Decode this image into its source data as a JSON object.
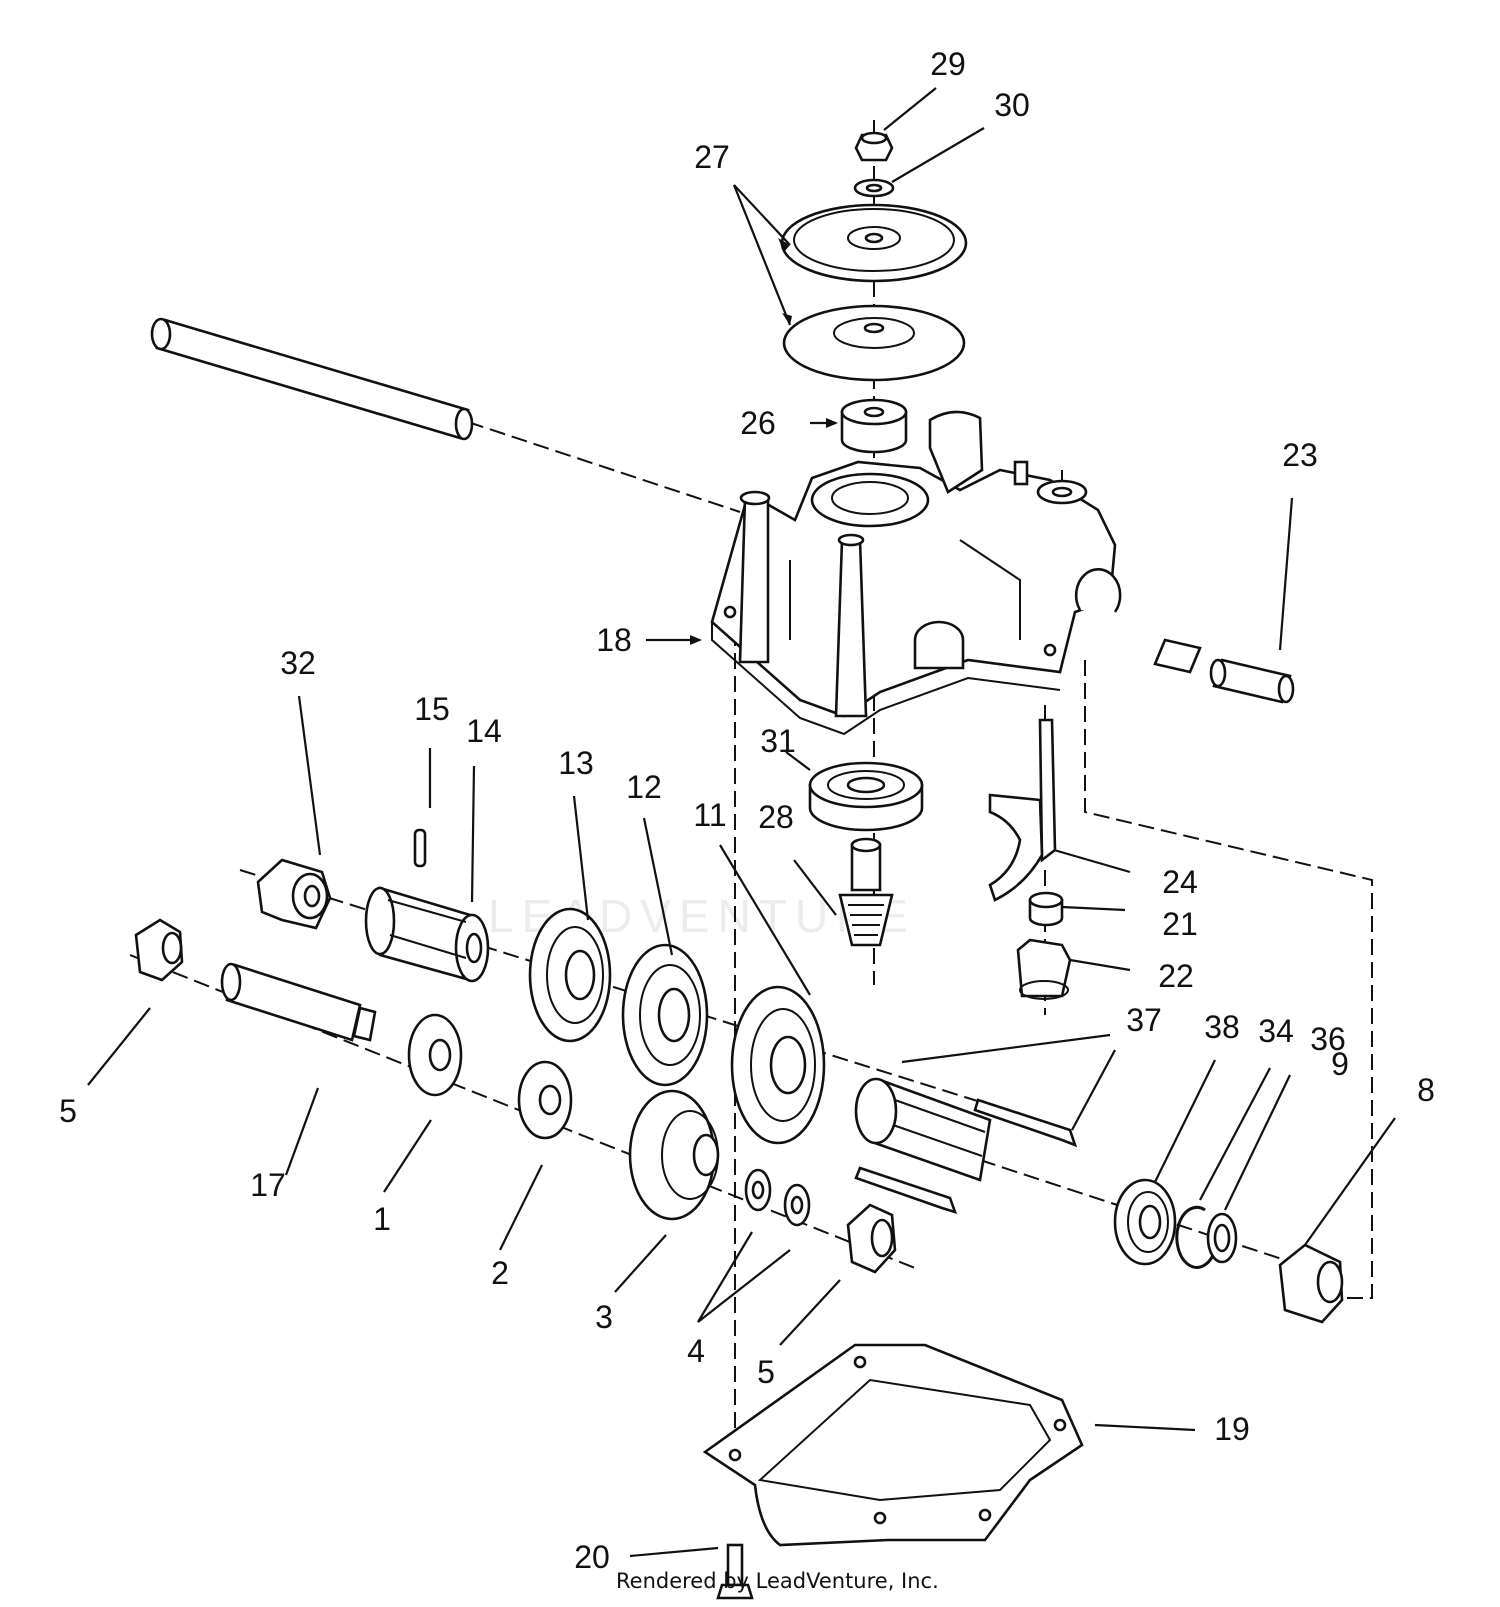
{
  "watermark": "LEADVENTURE",
  "credit": "Rendered by LeadVenture, Inc.",
  "callouts": [
    {
      "id": "29",
      "text": "29"
    },
    {
      "id": "30",
      "text": "30"
    },
    {
      "id": "27",
      "text": "27"
    },
    {
      "id": "26",
      "text": "26"
    },
    {
      "id": "23",
      "text": "23"
    },
    {
      "id": "18",
      "text": "18"
    },
    {
      "id": "32",
      "text": "32"
    },
    {
      "id": "15",
      "text": "15"
    },
    {
      "id": "14",
      "text": "14"
    },
    {
      "id": "13",
      "text": "13"
    },
    {
      "id": "12",
      "text": "12"
    },
    {
      "id": "11",
      "text": "11"
    },
    {
      "id": "31",
      "text": "31"
    },
    {
      "id": "28",
      "text": "28"
    },
    {
      "id": "24",
      "text": "24"
    },
    {
      "id": "21",
      "text": "21"
    },
    {
      "id": "22",
      "text": "22"
    },
    {
      "id": "37",
      "text": "37"
    },
    {
      "id": "38",
      "text": "38"
    },
    {
      "id": "34",
      "text": "34"
    },
    {
      "id": "36",
      "text": "36"
    },
    {
      "id": "9",
      "text": "9"
    },
    {
      "id": "8",
      "text": "8"
    },
    {
      "id": "5a",
      "text": "5"
    },
    {
      "id": "17",
      "text": "17"
    },
    {
      "id": "1",
      "text": "1"
    },
    {
      "id": "2",
      "text": "2"
    },
    {
      "id": "3",
      "text": "3"
    },
    {
      "id": "4",
      "text": "4"
    },
    {
      "id": "5b",
      "text": "5"
    },
    {
      "id": "19",
      "text": "19"
    },
    {
      "id": "20",
      "text": "20"
    }
  ]
}
